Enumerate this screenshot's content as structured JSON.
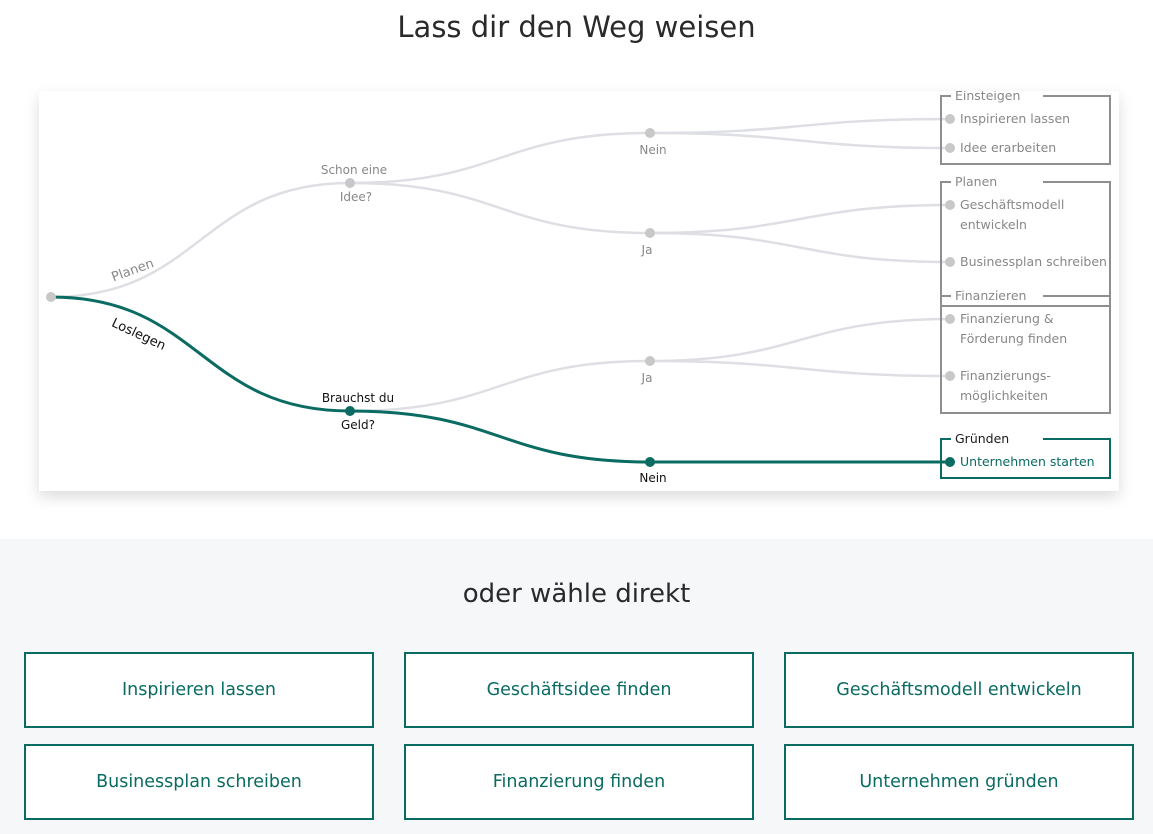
{
  "title": "Lass dir den Weg weisen",
  "subtitle": "oder wähle direkt",
  "colors": {
    "active": "#0a6b62",
    "inactive_line": "#dedfe4",
    "inactive_node": "#c8c8c8",
    "inactive_text": "#888888",
    "box_border": "#8e8e8e",
    "bottom_bg": "#f6f7f8"
  },
  "tree": {
    "branches": {
      "planen": "Planen",
      "loslegen": "Loslegen"
    },
    "questions": {
      "idee": [
        "Schon eine",
        "Idee?"
      ],
      "geld": [
        "Brauchst du",
        "Geld?"
      ]
    },
    "answers": {
      "idee_nein": "Nein",
      "idee_ja": "Ja",
      "geld_ja": "Ja",
      "geld_nein": "Nein"
    },
    "groups": {
      "einsteigen": {
        "title": "Einsteigen",
        "items": [
          [
            "Inspirieren lassen"
          ],
          [
            "Idee erarbeiten"
          ]
        ]
      },
      "planen": {
        "title": "Planen",
        "items": [
          [
            "Geschäftsmodell",
            "entwickeln"
          ],
          [
            "Businessplan schreiben"
          ]
        ]
      },
      "finanzieren": {
        "title": "Finanzieren",
        "items": [
          [
            "Finanzierung &",
            "Förderung finden"
          ],
          [
            "Finanzierungs-",
            "möglichkeiten"
          ]
        ]
      },
      "gruenden": {
        "title": "Gründen",
        "items": [
          [
            "Unternehmen starten"
          ]
        ]
      }
    }
  },
  "buttons": {
    "inspirieren": "Inspirieren lassen",
    "geschaeftsidee": "Geschäftsidee finden",
    "geschaeftsmodell": "Geschäftsmodell entwickeln",
    "businessplan": "Businessplan schreiben",
    "finanzierung": "Finanzierung finden",
    "gruenden": "Unternehmen gründen"
  }
}
